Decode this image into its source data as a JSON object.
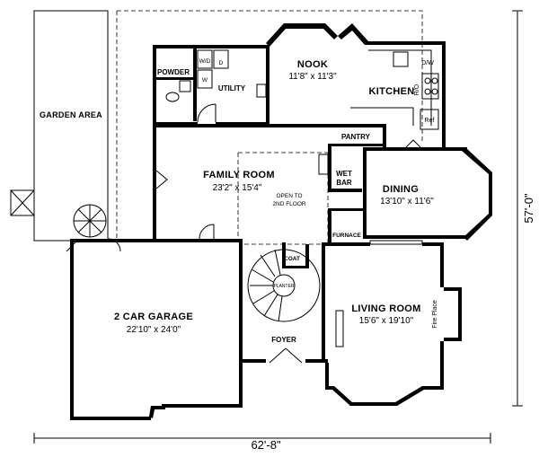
{
  "rooms": {
    "garden": {
      "name": "GARDEN AREA"
    },
    "powder": {
      "name": "POWDER"
    },
    "utility": {
      "name": "UTILITY"
    },
    "nook": {
      "name": "NOOK",
      "size": "11'8\" x 11'3\""
    },
    "kitchen": {
      "name": "KITCHEN"
    },
    "pantry": {
      "name": "PANTRY"
    },
    "family": {
      "name": "FAMILY ROOM",
      "size": "23'2\" x 15'4\"",
      "note_line1": "OPEN TO",
      "note_line2": "2ND FLOOR"
    },
    "wetbar": {
      "line1": "WET",
      "line2": "BAR"
    },
    "dining": {
      "name": "DINING",
      "size": "13'10\" x 11'6\""
    },
    "furnace": {
      "name": "FURNACE"
    },
    "coat": {
      "name": "COAT"
    },
    "planter": {
      "name": "PLANTER"
    },
    "garage": {
      "name": "2 CAR GARAGE",
      "size": "22'10\" x 24'0\""
    },
    "living": {
      "name": "LIVING ROOM",
      "size": "15'6\" x 19'10\""
    },
    "foyer": {
      "name": "FOYER"
    }
  },
  "fixtures": {
    "washer_dryer": "W/D",
    "dryer": "D",
    "water": "W",
    "dishwasher": "D/W",
    "range": "R/O",
    "refrigerator": "Ref",
    "fireplace": "Fire Place"
  },
  "dimensions": {
    "overall_width": "62'-8\"",
    "overall_depth": "57'-0\""
  }
}
